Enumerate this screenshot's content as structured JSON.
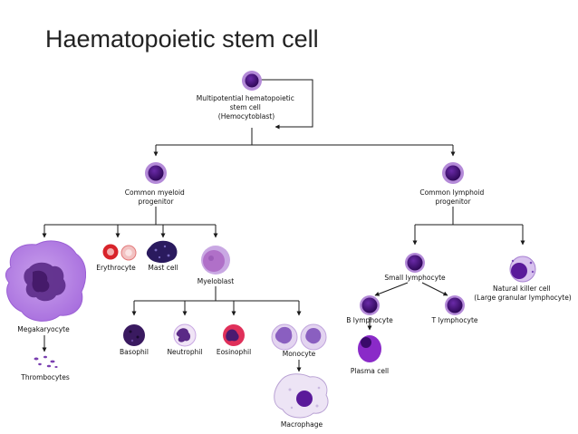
{
  "title": "Haematopoietic stem cell",
  "colors": {
    "line": "#1a1a1a",
    "cell_light": "#c9a8e3",
    "cell_mid": "#8a5fc0",
    "nucleus": "#3b0a6b",
    "rbc": "#d8232a",
    "eos": "#e0305a"
  },
  "nodes": {
    "hsc": {
      "lines": [
        "Multipotential hematopoietic",
        "stem cell",
        "(Hemocytoblast)"
      ],
      "icon": "stem-cell-icon"
    },
    "myeloid": {
      "lines": [
        "Common myeloid",
        "progenitor"
      ],
      "icon": "myeloid-progenitor-icon"
    },
    "lymphoid": {
      "lines": [
        "Common lymphoid",
        "progenitor"
      ],
      "icon": "lymphoid-progenitor-icon"
    },
    "mega": {
      "lines": [
        "Megakaryocyte"
      ],
      "icon": "megakaryocyte-icon"
    },
    "thrombo": {
      "lines": [
        "Thrombocytes"
      ],
      "icon": "thrombocytes-icon"
    },
    "erythro": {
      "lines": [
        "Erythrocyte"
      ],
      "icon": "erythrocyte-icon"
    },
    "mast": {
      "lines": [
        "Mast cell"
      ],
      "icon": "mast-cell-icon"
    },
    "myeloblast": {
      "lines": [
        "Myeloblast"
      ],
      "icon": "myeloblast-icon"
    },
    "basophil": {
      "lines": [
        "Basophil"
      ],
      "icon": "basophil-icon"
    },
    "neutrophil": {
      "lines": [
        "Neutrophil"
      ],
      "icon": "neutrophil-icon"
    },
    "eosinophil": {
      "lines": [
        "Eosinophil"
      ],
      "icon": "eosinophil-icon"
    },
    "monocyte": {
      "lines": [
        "Monocyte"
      ],
      "icon": "monocyte-icon"
    },
    "macrophage": {
      "lines": [
        "Macrophage"
      ],
      "icon": "macrophage-icon"
    },
    "small_lymph": {
      "lines": [
        "Small lymphocyte"
      ],
      "icon": "small-lymphocyte-icon"
    },
    "nk": {
      "lines": [
        "Natural killer cell",
        "(Large granular lymphocyte)"
      ],
      "icon": "nk-cell-icon"
    },
    "b_lymph": {
      "lines": [
        "B lymphocyte"
      ],
      "icon": "b-lymphocyte-icon"
    },
    "t_lymph": {
      "lines": [
        "T lymphocyte"
      ],
      "icon": "t-lymphocyte-icon"
    },
    "plasma": {
      "lines": [
        "Plasma cell"
      ],
      "icon": "plasma-cell-icon"
    }
  }
}
